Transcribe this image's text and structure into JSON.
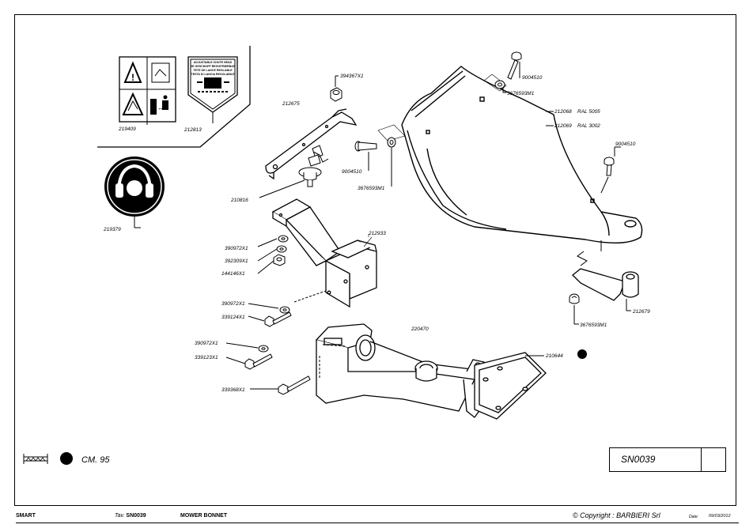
{
  "parts": {
    "p219409": "219409",
    "p212813": "212813",
    "p219379": "219379",
    "p212675": "212675",
    "p394367": "394367X1",
    "p210816": "210816",
    "p390972a": "390972X1",
    "p392309": "392309X1",
    "p144146": "144146X1",
    "p390972b": "390972X1",
    "p339124": "339124X1",
    "p390972c": "390972X1",
    "p339123": "339123X1",
    "p339368": "339368X1",
    "p212933": "212933",
    "p220470": "220470",
    "p210644": "210644",
    "p9004510a": "9004510",
    "p3676593a": "3676593M1",
    "p9004510b": "9004510",
    "p3676593b": "3676593M1",
    "p212068": "212068",
    "p212069": "212069",
    "ral5005": "RAL 5005",
    "ral3002": "RAL 3002",
    "p9004510c": "9004510",
    "p212679": "212679",
    "p3676593c": "3676593M1"
  },
  "sticker": {
    "line1": "ADJUSTABLE CHUTE HEAD",
    "line2": "HE GESCHOPF REGISTRIERBAR",
    "line3": "TETE DE LANCE REGLABLE",
    "line4": "TESTA DI LANCIA REGOLABILE"
  },
  "legend": {
    "cm_label": "CM. 95"
  },
  "title_block": {
    "code": "SN0039"
  },
  "footer": {
    "machine": "SMART",
    "tav_label": "Tav.",
    "tav_code": "SN0039",
    "description": "MOWER BONNET",
    "copyright": "© Copyright : BARBIERI Srl",
    "date_label": "Date:",
    "date": "09/03/2012"
  }
}
